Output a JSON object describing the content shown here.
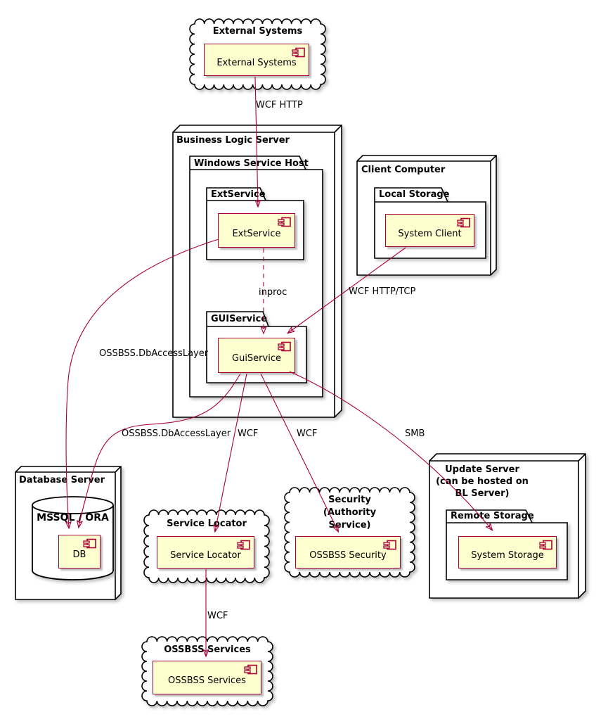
{
  "colors": {
    "component_fill": "#FEFECE",
    "accent_line": "#A80036",
    "shape_border": "#000000"
  },
  "nodes": {
    "external_cloud": {
      "title": "External Systems",
      "component": "External Systems"
    },
    "bls": {
      "title": "Business Logic Server"
    },
    "wsh": {
      "title": "Windows Service Host"
    },
    "ext_pkg": {
      "title": "ExtService",
      "component": "ExtService"
    },
    "gui_pkg": {
      "title": "GUIService",
      "component": "GuiService"
    },
    "client": {
      "title": "Client Computer"
    },
    "local_storage": {
      "title": "Local Storage",
      "component": "System Client"
    },
    "db_server": {
      "title": "Database Server"
    },
    "database": {
      "title": "MSSQL / ORA",
      "component": "DB"
    },
    "locator_cloud": {
      "title": "Service Locator",
      "component": "Service Locator"
    },
    "security_cloud": {
      "title": "Security\n(Authority\nService)",
      "component": "OSSBSS Security"
    },
    "update_server": {
      "title": "Update Server\n(can be hosted on\nBL Server)"
    },
    "remote_storage": {
      "title": "Remote Storage",
      "component": "System Storage"
    },
    "services_cloud": {
      "title": "OSSBSS Services",
      "component": "OSSBSS Services"
    }
  },
  "edges": {
    "wcf_http": "WCF HTTP",
    "inproc": "inproc",
    "wcf_http_tcp": "WCF HTTP/TCP",
    "db_access_ext": "OSSBSS.DbAccessLayer",
    "db_access_gui": "OSSBSS.DbAccessLayer",
    "wcf_locator": "WCF",
    "wcf_security": "WCF",
    "smb": "SMB",
    "wcf_services": "WCF"
  }
}
